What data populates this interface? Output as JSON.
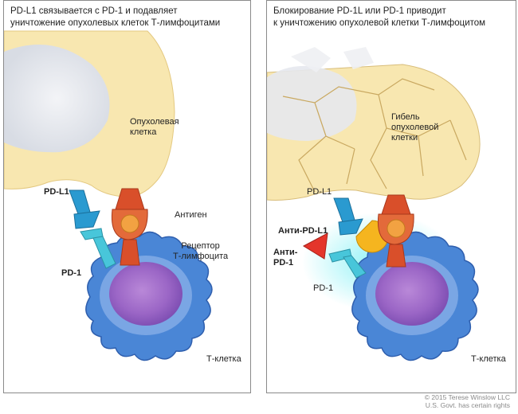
{
  "left_panel": {
    "title": "PD-L1 связывается с PD-1 и подавляет\nуничтожение опухолевых клеток Т-лимфоцитами",
    "labels": {
      "tumor_cell": "Опухолевая\nклетка",
      "pd_l1": "PD-L1",
      "antigen": "Антиген",
      "t_cell_receptor": "Рецептор\nТ-лимфоцита",
      "pd_1": "PD-1",
      "t_cell": "Т-клетка"
    }
  },
  "right_panel": {
    "title": "Блокирование PD-1L или PD-1  приводит\nк уничтожению опухолевой клетки Т-лимфоцитом",
    "labels": {
      "tumor_death": "Гибель\nопухолевой\nклетки",
      "pd_l1": "PD-L1",
      "anti_pd_l1": "Анти-PD-L1",
      "anti_pd_1": "Анти-\nPD-1",
      "pd_1": "PD-1",
      "t_cell": "Т-клетка"
    }
  },
  "credit": "© 2015 Terese Winslow LLC\nU.S. Govt. has certain rights",
  "colors": {
    "tumor_cytoplasm": "#f8e7b0",
    "tumor_nucleus": "#e3e6ec",
    "t_cell_body": "#4a86d6",
    "t_cell_nucleus": "#9d62c4",
    "pd_l1": "#2a9ad0",
    "pd_1": "#48c6da",
    "receptor": "#d94f2a",
    "antigen": "#f2a242",
    "anti_pd_l1": "#f5b51f",
    "anti_pd_1": "#e4352b"
  }
}
